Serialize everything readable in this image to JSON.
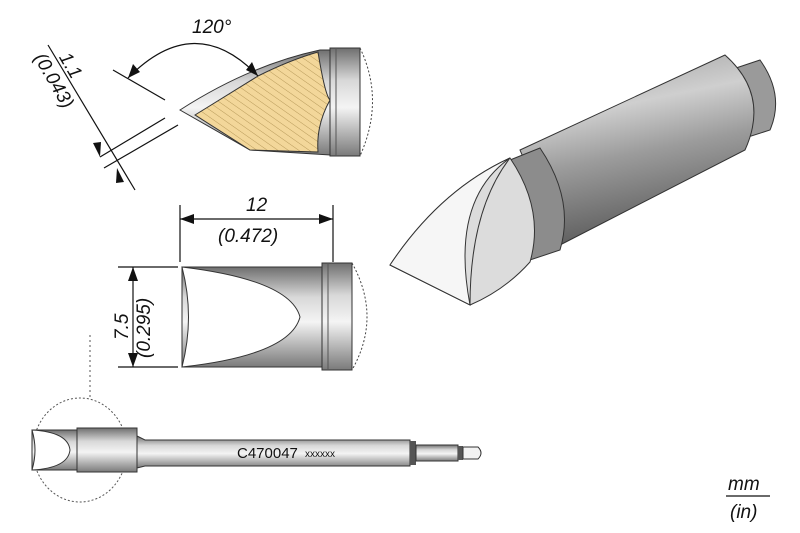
{
  "dimensions": {
    "angle": "120°",
    "edge_mm": "1.1",
    "edge_in": "(0.043)",
    "length_mm": "12",
    "length_in": "(0.472)",
    "width_mm": "7.5",
    "width_in": "(0.295)"
  },
  "part": {
    "code": "C470047",
    "lot": "xxxxxx"
  },
  "units": {
    "top": "mm",
    "bottom": "(in)"
  },
  "colors": {
    "hatch_fill": "#f3d79a",
    "metal_dark": "#8a8a8a",
    "metal_light": "#e8e8e8"
  }
}
